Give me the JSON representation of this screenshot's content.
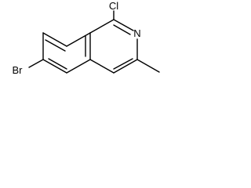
{
  "molecule": {
    "atoms": {
      "chlorine": "Cl",
      "nitrogen": "N",
      "bromine": "Br"
    },
    "colors": {
      "bond": "#000000",
      "label": "#000000",
      "background": "#ffffff"
    }
  }
}
